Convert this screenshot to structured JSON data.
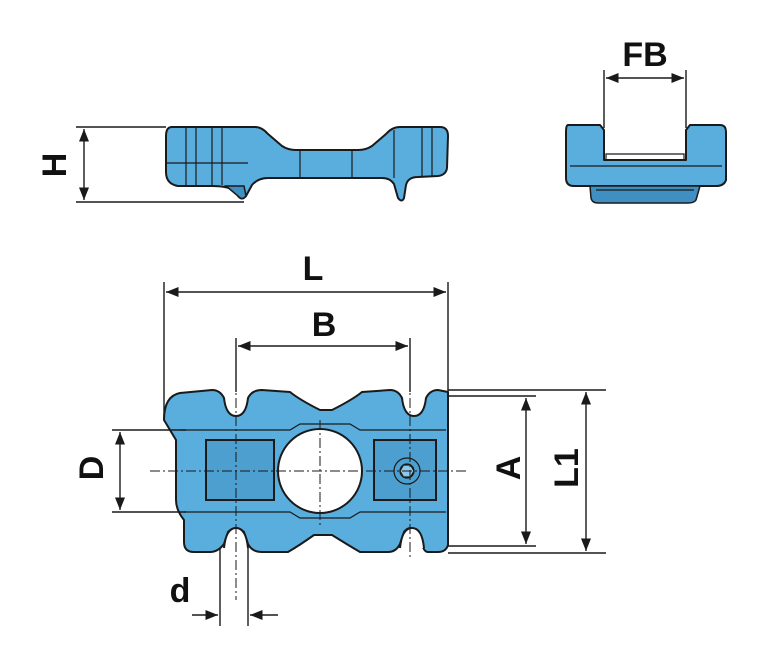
{
  "dimensions": {
    "fb": "FB",
    "h": "H",
    "l": "L",
    "b": "B",
    "d_upper": "D",
    "a": "A",
    "l1": "L1",
    "d_lower": "d"
  },
  "colors": {
    "part_fill": "#5aaedd",
    "part_shade": "#3f8fc2",
    "outline": "#1a1a1a",
    "background": "#ffffff"
  }
}
